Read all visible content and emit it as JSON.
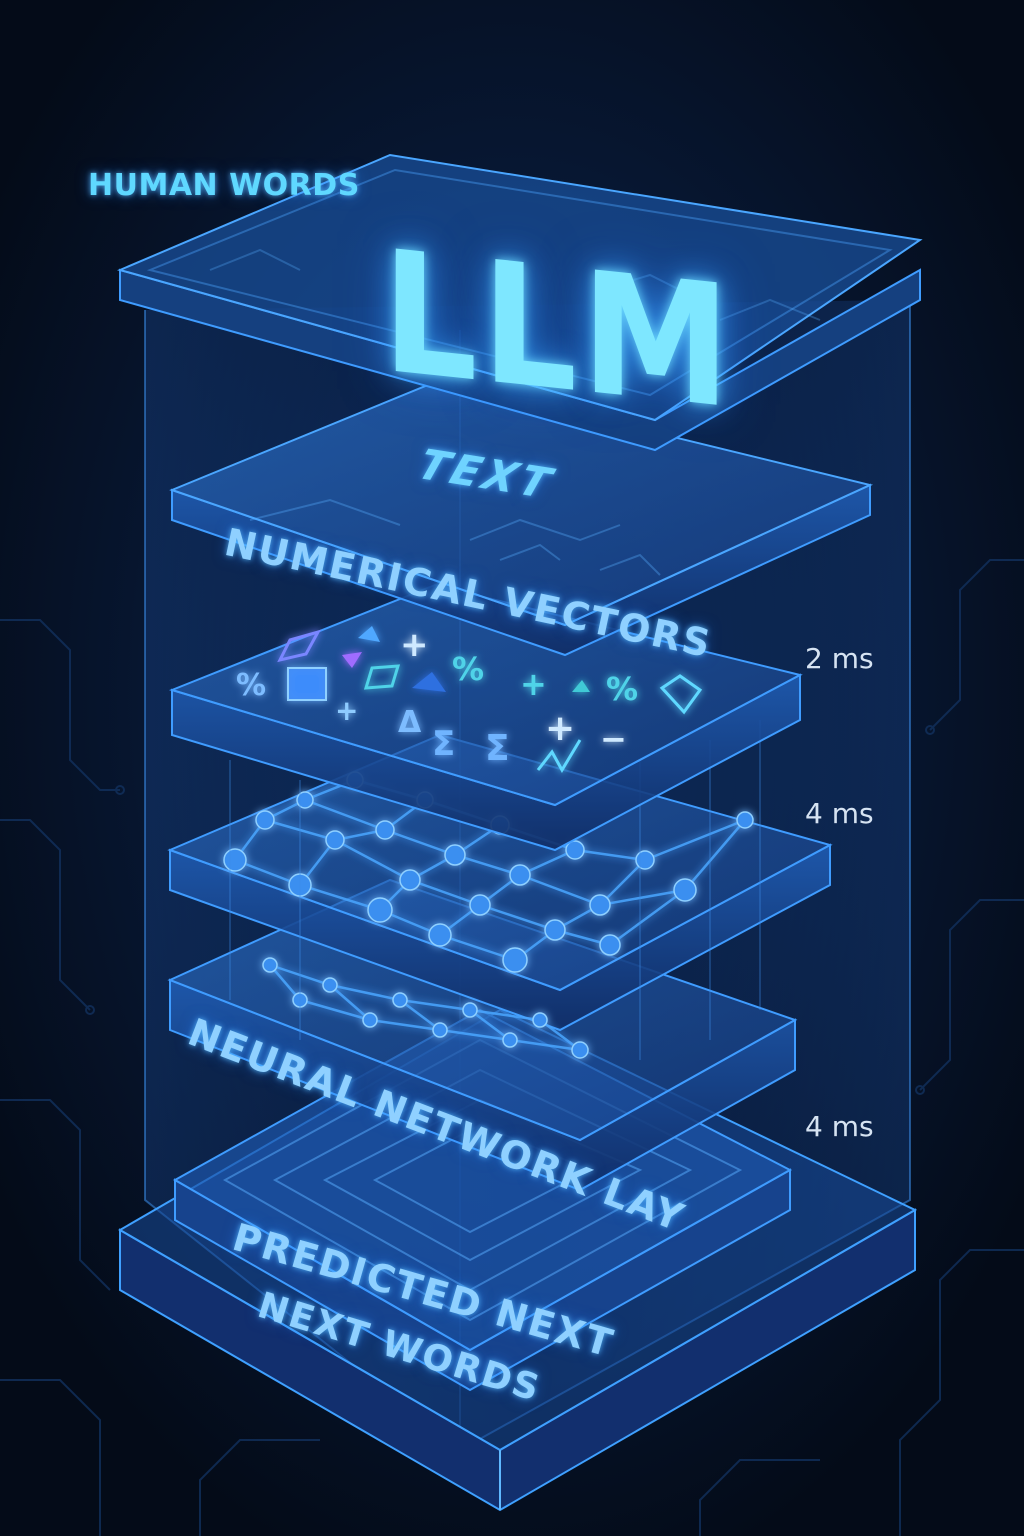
{
  "diagram": {
    "corner_label": "HUMAN WORDS",
    "top_title": "LLM",
    "layers": [
      {
        "id": "text",
        "label": "TEXT"
      },
      {
        "id": "vectors",
        "label": "NUMERICAL VECTORS"
      },
      {
        "id": "neural",
        "label": "NEURAL NETWORK LAY"
      },
      {
        "id": "output",
        "label_line1": "PREDICTED NEXT",
        "label_line2": "NEXT WORDS"
      }
    ],
    "timings": [
      "2 ms",
      "4 ms",
      "4 ms"
    ]
  },
  "colors": {
    "background": "#040b18",
    "accent_cyan": "#5fd8ff",
    "label_blue": "#8fd0ff",
    "glass_blue": "#1d4f9a",
    "glow_blue": "#2f8dff",
    "timing_text": "#d6e3f2"
  },
  "symbols": [
    "%",
    "+",
    "Δ",
    "Σ",
    "−"
  ]
}
